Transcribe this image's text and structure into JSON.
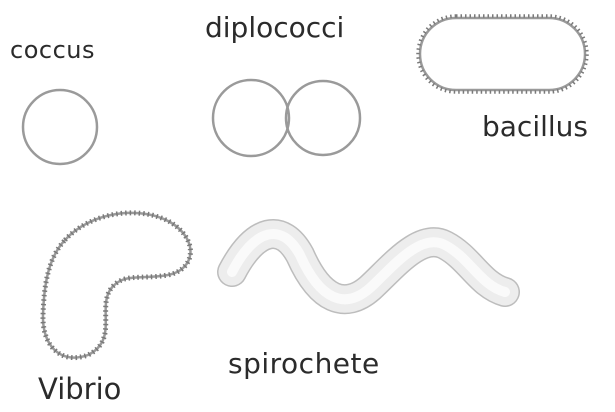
{
  "diagram": {
    "labels": {
      "coccus": "coccus",
      "diplococci": "diplococci",
      "bacillus": "bacillus",
      "vibrio": "Vibrio",
      "spirochete": "spirochete"
    },
    "colors": {
      "outline": "#9a9a9a",
      "fringe": "#7a7a7a",
      "spiro_fill": "#ededed",
      "text": "#2b2b2b"
    },
    "shapes": [
      "coccus",
      "diplococci",
      "bacillus",
      "vibrio",
      "spirochete"
    ]
  }
}
